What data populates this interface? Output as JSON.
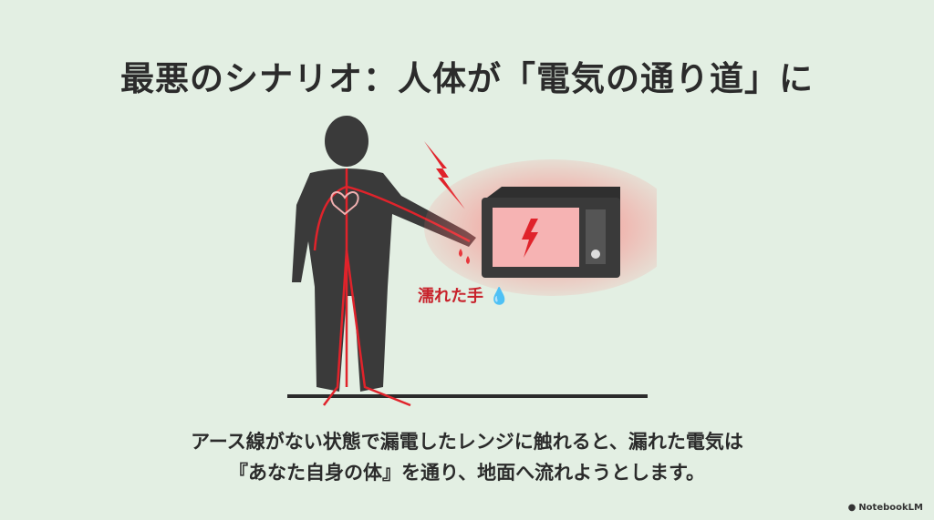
{
  "slide": {
    "title": "最悪のシナリオ：人体が「電気の通り道」に",
    "illustration": {
      "description": "Human silhouette with red current paths touching a glowing leaking microwave; current flows to ground",
      "wet_hand_label": "濡れた手",
      "icons": [
        "human-silhouette",
        "heart-icon",
        "lightning-icon",
        "microwave-icon",
        "water-drop-icon",
        "ground-arrow"
      ]
    },
    "caption": {
      "line1": "アース線がない状態で漏電したレンジに触れると、漏れた電気は",
      "line2": "『あなた自身の体』を通り、地面へ流れようとします。"
    },
    "brand": "NotebookLM"
  },
  "colors": {
    "background": "#e3efe3",
    "text": "#2b2b2b",
    "accent": "#c8232c",
    "silhouette": "#3a3a3a"
  }
}
